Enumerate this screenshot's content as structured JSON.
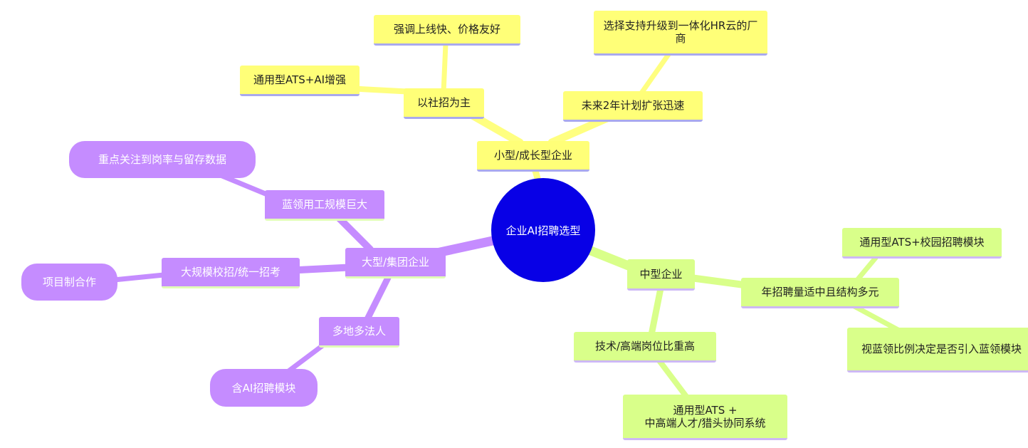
{
  "root": "企业AI招聘选型",
  "branches": {
    "small": {
      "label": "小型/成长型企业",
      "social": "以社招为主",
      "social_fast": "强调上线快、价格友好",
      "social_ats": "通用型ATS+AI增强",
      "expand": "未来2年计划扩张迅速",
      "expand_cloud": "选择支持升级到一体化HR云的厂商"
    },
    "medium": {
      "label": "中型企业",
      "volume": "年招聘量适中且结构多元",
      "volume_campus": "通用型ATS+校园招聘模块",
      "volume_blue": "视蓝领比例决定是否引入蓝领模块",
      "tech": "技术/高端岗位比重高",
      "tech_line1": "通用型ATS +",
      "tech_line2": "中高端人才/猎头协同系统"
    },
    "large": {
      "label": "大型/集团企业",
      "blue": "蓝领用工规模巨大",
      "blue_focus": "重点关注到岗率与留存数据",
      "campus": "大规模校招/统一招考",
      "campus_project": "项目制合作",
      "multi": "多地多法人",
      "multi_ai": "含AI招聘模块"
    }
  },
  "colors": {
    "root": "#0800e6",
    "small": "#ffff78",
    "medium": "#d9ff8a",
    "large": "#c58cff"
  }
}
